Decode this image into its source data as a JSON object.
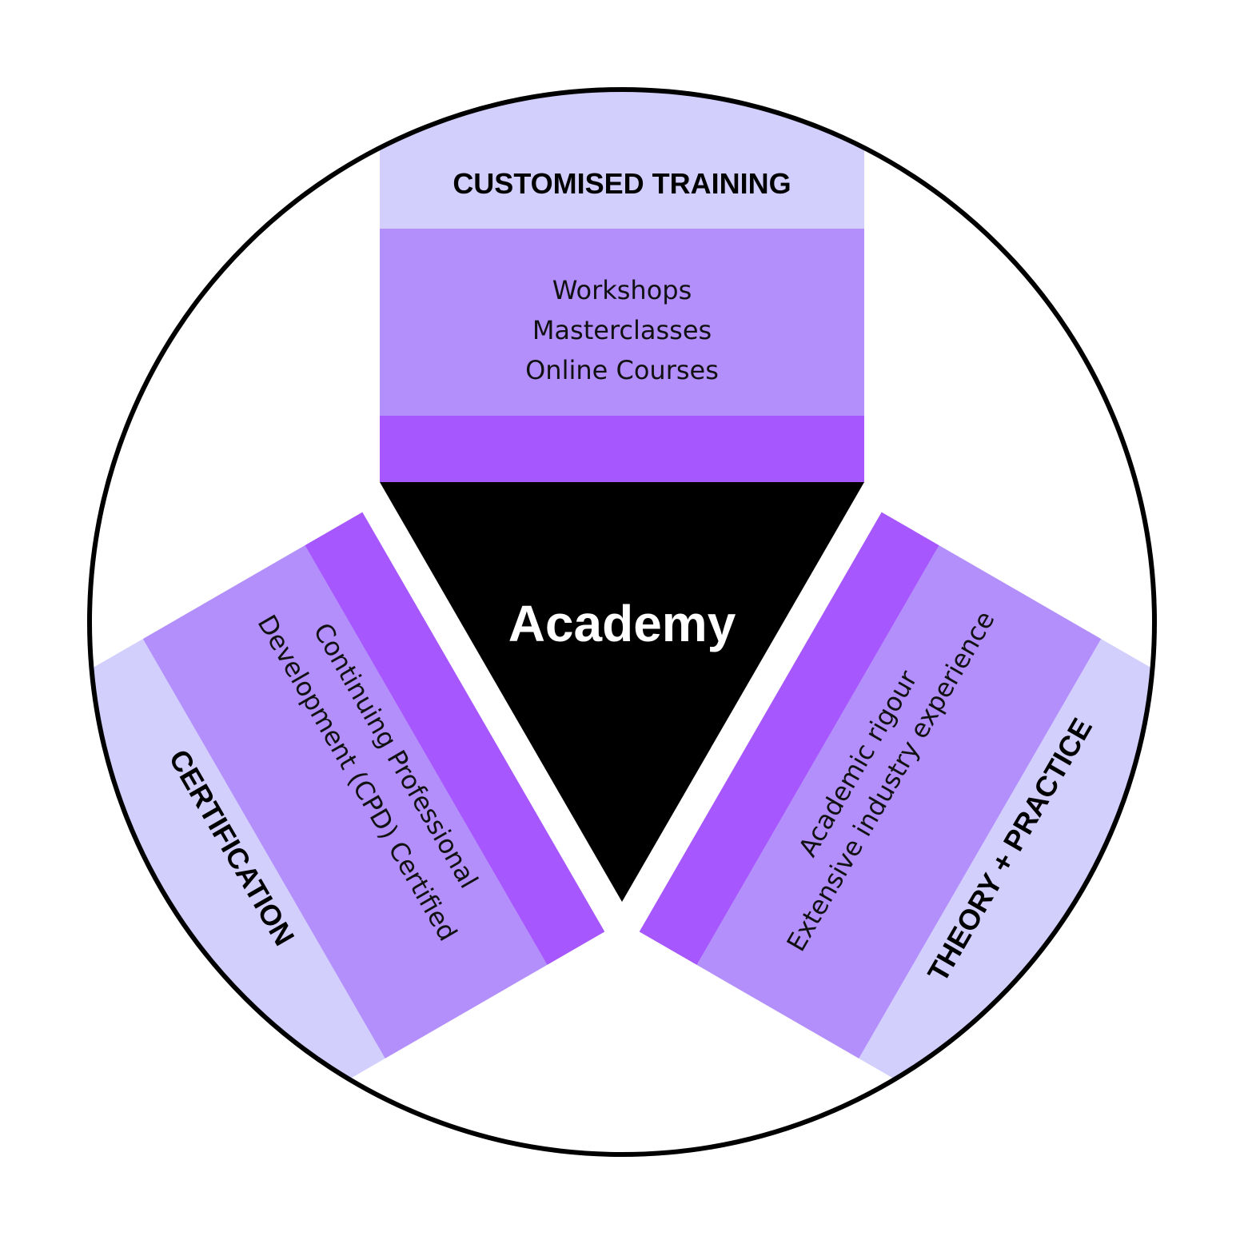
{
  "center": {
    "label": "Academy"
  },
  "segments": [
    {
      "title": "CUSTOMISED TRAINING",
      "lines": [
        "Workshops",
        "Masterclasses",
        "Online Courses"
      ]
    },
    {
      "title": "THEORY + PRACTICE",
      "lines": [
        "Academic rigour",
        "Extensive industry experience"
      ]
    },
    {
      "title": "CERTIFICATION",
      "lines": [
        "Continuing Professional",
        "Development (CPD) Certified"
      ]
    }
  ],
  "colors": {
    "outer_band": "#d2cffd",
    "middle_band": "#b28ffb",
    "inner_band": "#a657fd",
    "center": "#000000",
    "circle_stroke": "#000000"
  }
}
